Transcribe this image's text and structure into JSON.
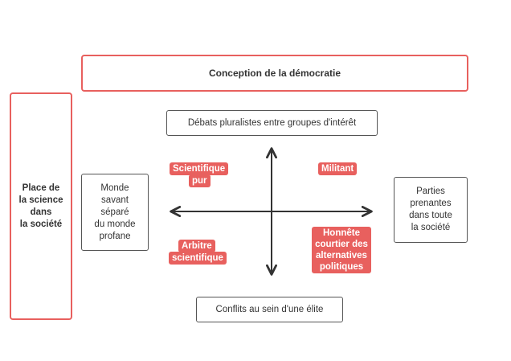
{
  "title": "Conception de la démocratie",
  "side_label": [
    "Place de",
    "la science",
    "dans",
    "la société"
  ],
  "axis_top": "Débats pluralistes entre groupes d'intérêt",
  "axis_bottom": "Conflits au sein d'une élite",
  "axis_left": [
    "Monde",
    "savant",
    "séparé",
    "du monde",
    "profane"
  ],
  "axis_right": [
    "Parties",
    "prenantes",
    "dans toute",
    "la société"
  ],
  "quadrants": {
    "top_left": [
      "Scientifique",
      "pur"
    ],
    "top_right": [
      "Militant"
    ],
    "bottom_left": [
      "Arbitre",
      "scientifique"
    ],
    "bottom_right": [
      "Honnête",
      "courtier des",
      "alternatives",
      "politiques"
    ]
  },
  "colors": {
    "accent": "#e8605e",
    "frame": "#555555",
    "text": "#333333",
    "axis": "#333333"
  }
}
